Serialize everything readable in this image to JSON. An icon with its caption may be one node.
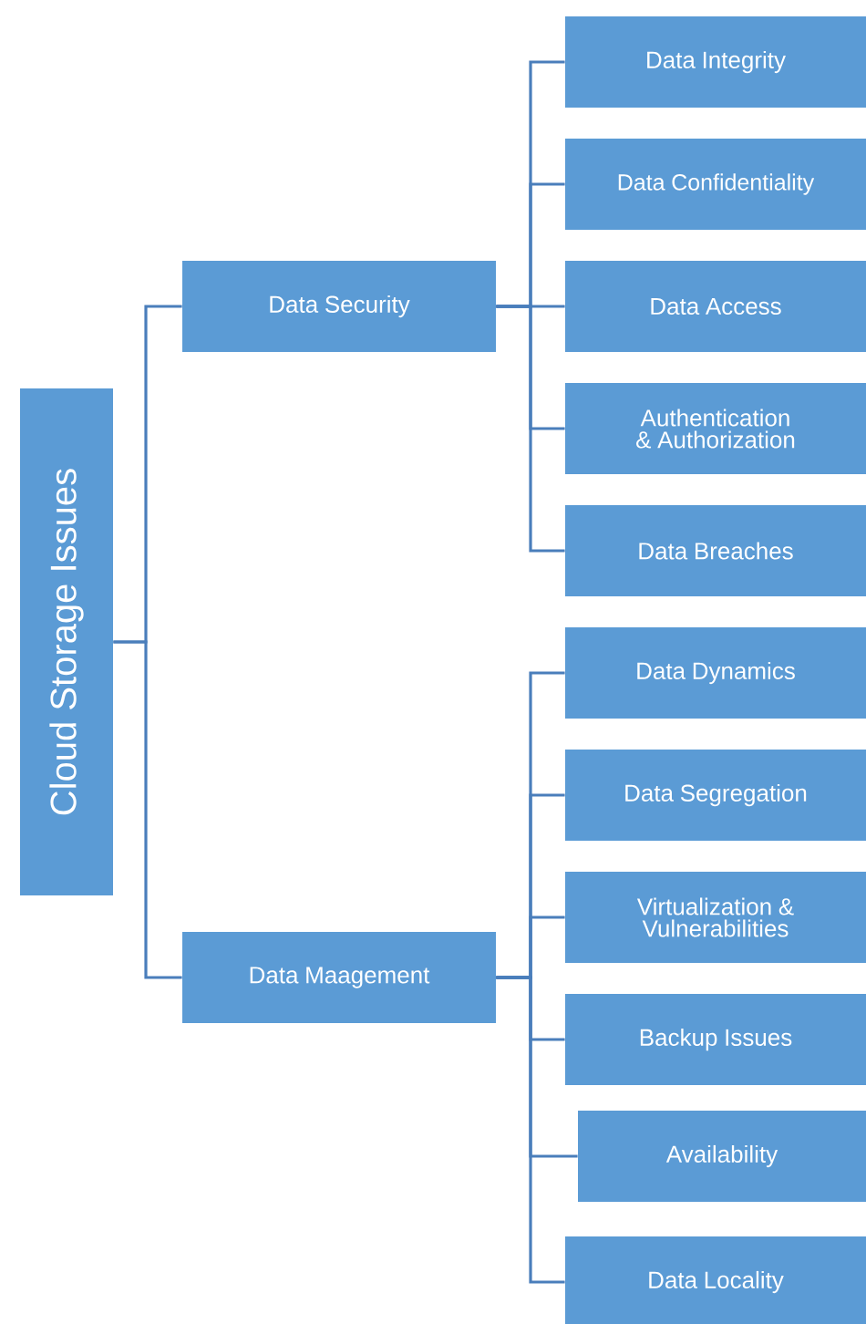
{
  "diagram": {
    "nodes": [
      {
        "text": [
          "Cloud Storage Issues"
        ]
      },
      {
        "text": [
          "Data Security"
        ]
      },
      {
        "text": [
          "Data Maagement"
        ]
      },
      {
        "text": [
          "Data Integrity"
        ]
      },
      {
        "text": [
          "Data Confidentiality"
        ]
      },
      {
        "text": [
          "Data Access"
        ]
      },
      {
        "text": [
          "Authentication & Authorization"
        ]
      },
      {
        "text": [
          "Data Breaches"
        ]
      },
      {
        "text": [
          "Data Dynamics"
        ]
      },
      {
        "text": [
          "Data Segregation"
        ]
      },
      {
        "text": [
          "Virtualization & Vulnerabilities"
        ]
      },
      {
        "text": [
          "Backup Issues"
        ]
      },
      {
        "text": [
          "Availability"
        ]
      },
      {
        "text": [
          "Data Locality"
        ]
      }
    ],
    "edges": [
      {
        "from": 0,
        "to": 1,
        "arrow": "none"
      },
      {
        "from": 0,
        "to": 2,
        "arrow": "none"
      },
      {
        "from": 1,
        "to": 3,
        "arrow": "none"
      },
      {
        "from": 1,
        "to": 4,
        "arrow": "none"
      },
      {
        "from": 1,
        "to": 5,
        "arrow": "none"
      },
      {
        "from": 1,
        "to": 6,
        "arrow": "none"
      },
      {
        "from": 1,
        "to": 7,
        "arrow": "none"
      },
      {
        "from": 2,
        "to": 8,
        "arrow": "none"
      },
      {
        "from": 2,
        "to": 9,
        "arrow": "none"
      },
      {
        "from": 2,
        "to": 10,
        "arrow": "none"
      },
      {
        "from": 2,
        "to": 11,
        "arrow": "none"
      },
      {
        "from": 2,
        "to": 12,
        "arrow": "none"
      },
      {
        "from": 2,
        "to": 13,
        "arrow": "none"
      }
    ]
  }
}
